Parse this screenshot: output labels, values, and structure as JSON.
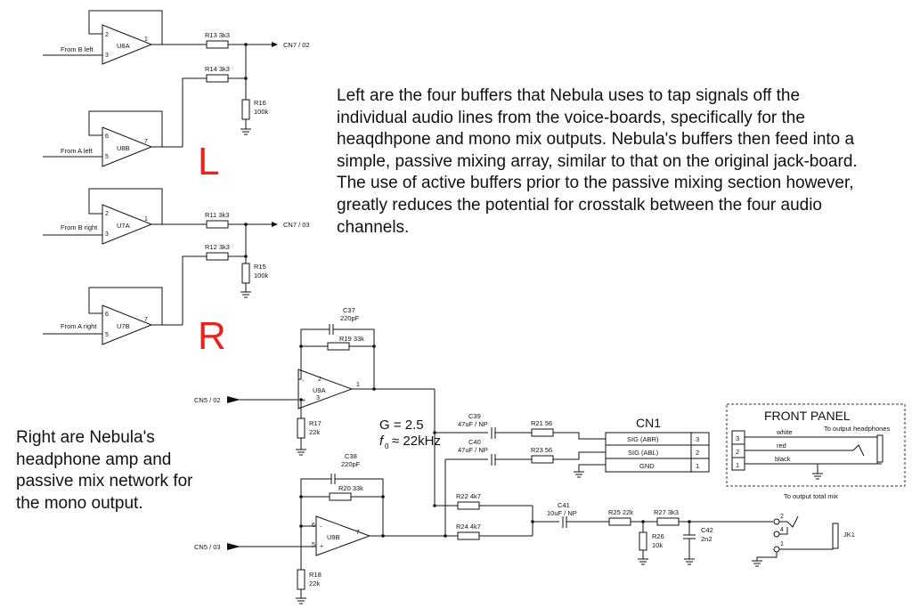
{
  "description_top": "Left are the four buffers that Nebula uses to tap signals off the individual audio lines from the voice-boards, specifically for the heaqdhpone and mono mix outputs. Nebula's buffers then feed into a simple, passive mixing array, similar to that on the original jack-board. The use of active buffers prior to the passive mixing section however, greatly reduces the potential for crosstalk between the four audio channels.",
  "description_left": "Right are Nebula's headphone amp and passive mix network for the mono output.",
  "channel_labels": {
    "left": "L",
    "right": "R"
  },
  "colors": {
    "accent": "#e8231c",
    "ink": "#111111"
  },
  "buffers": {
    "u8a": {
      "name": "U8A",
      "input": "From B left",
      "pin_minus": "2",
      "pin_plus": "3",
      "pin_out": "1"
    },
    "u8b": {
      "name": "U8B",
      "input": "From A left",
      "pin_minus": "6",
      "pin_plus": "5",
      "pin_out": "7"
    },
    "u7a": {
      "name": "U7A",
      "input": "From B right",
      "pin_minus": "2",
      "pin_plus": "3",
      "pin_out": "1"
    },
    "u7b": {
      "name": "U7B",
      "input": "From A right",
      "pin_minus": "6",
      "pin_plus": "5",
      "pin_out": "7"
    }
  },
  "resistors_top": {
    "r13": "R13 3k3",
    "r14": "R14 3k3",
    "r16_name": "R16",
    "r16_val": "100k",
    "r11": "R11 3k3",
    "r12": "R12 3k3",
    "r15_name": "R15",
    "r15_val": "100k"
  },
  "outputs_top": {
    "cn7_02": "CN7 / 02",
    "cn7_03": "CN7 / 03"
  },
  "amp": {
    "u9a": "U9A",
    "u9b": "U9B",
    "u9a_pin_minus": "2",
    "u9a_pin_plus": "3",
    "u9a_pin_out": "1",
    "u9b_pin_minus": "6",
    "u9b_pin_plus": "5",
    "u9b_pin_out": "7",
    "cn5_02": "CN5 / 02",
    "cn5_03": "CN5 / 03",
    "c37_name": "C37",
    "c37_val": "220pF",
    "r19": "R19 33k",
    "c38_name": "C38",
    "c38_val": "220pF",
    "r20": "R20 33k",
    "r17_name": "R17",
    "r17_val": "22k",
    "r18_name": "R18",
    "r18_val": "22k",
    "gain": "G = 2.5",
    "cutoff_symbol": "f",
    "cutoff_sub": "0",
    "cutoff_value": "≈ 22kHz",
    "c39_name": "C39",
    "c39_val": "47uF / NP",
    "c40_name": "C40",
    "c40_val": "47uF / NP",
    "r21": "R21 56",
    "r23": "R23 56",
    "r22": "R22 4k7",
    "r24": "R24 4k7"
  },
  "cn1": {
    "title": "CN1",
    "rows": [
      {
        "label": "SIG (ABR)",
        "pin": "3"
      },
      {
        "label": "SIG (ABL)",
        "pin": "2"
      },
      {
        "label": "GND",
        "pin": "1"
      }
    ]
  },
  "front_panel": {
    "title": "FRONT PANEL",
    "pins": [
      "3",
      "2",
      "1"
    ],
    "wires": [
      "white",
      "red",
      "black"
    ],
    "to_headphones": "To output headphones",
    "to_total_mix": "To output total mix"
  },
  "mono": {
    "c41_name": "C41",
    "c41_val": "10uF / NP",
    "r25": "R25 22k",
    "r27": "R27 3k3",
    "r26_name": "R26",
    "r26_val": "10k",
    "c42_name": "C42",
    "c42_val": "2n2",
    "jk1": "JK1",
    "jk_pin2": "2",
    "jk_pin4": "4",
    "jk_pin1": "1"
  }
}
